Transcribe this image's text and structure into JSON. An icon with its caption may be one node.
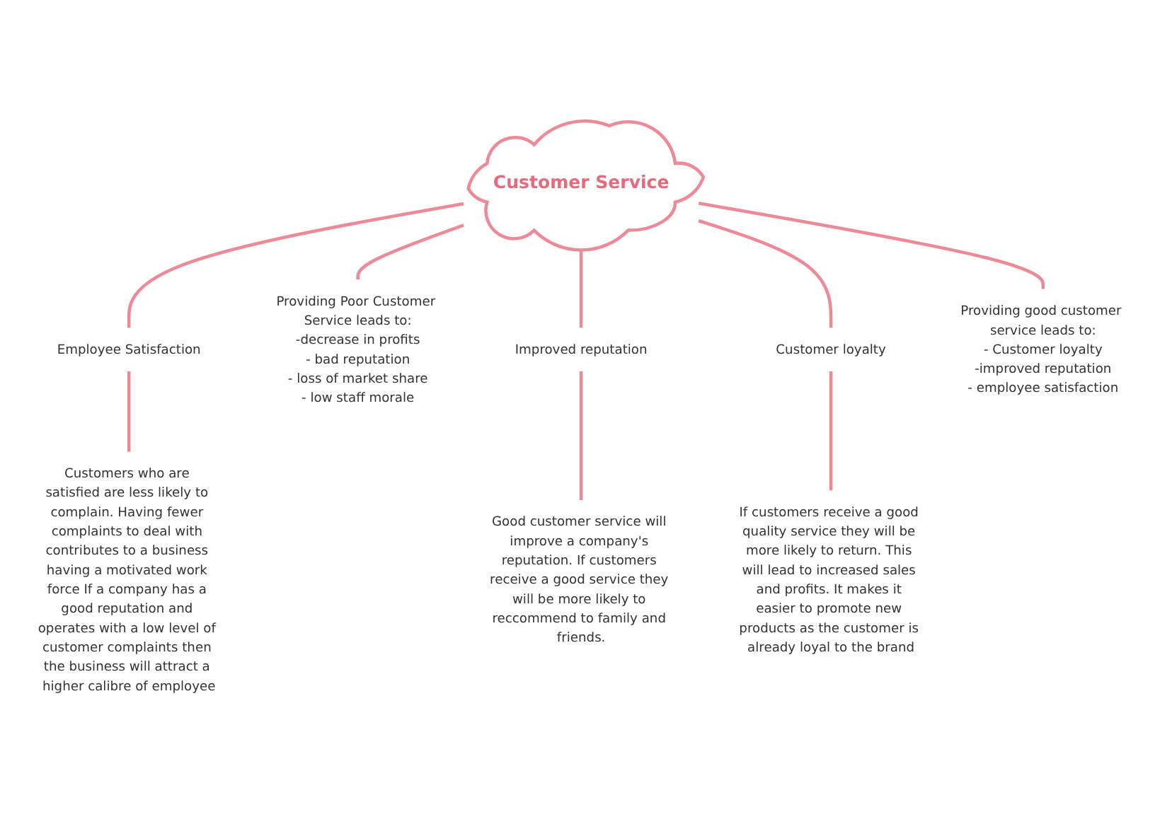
{
  "diagram": {
    "nodes": [
      {
        "text": [
          "Customer Service"
        ]
      },
      {
        "text": [
          "Employee Satisfaction"
        ]
      },
      {
        "text": [
          "Customers who are satisfied are less likely to complain. Having fewer complaints to deal with contributes to a business having a motivated work force If a company has a good reputation and operates with a low level of customer complaints then the business will attract a higher calibre of employee"
        ]
      },
      {
        "text": [
          "Providing Poor Customer Service leads to:",
          "-decrease in profits",
          "- bad reputation",
          "- loss of market share",
          "- low staff morale"
        ]
      },
      {
        "text": [
          "Improved reputation"
        ]
      },
      {
        "text": [
          "Good customer service will improve a company's reputation. If customers receive a good service they will be more likely to reccommend to family and friends."
        ]
      },
      {
        "text": [
          "Customer loyalty"
        ]
      },
      {
        "text": [
          "If customers receive a good quality service they will be more likely to return. This will lead to increased sales and profits. It makes it easier to promote new products as the customer is already loyal to the brand"
        ]
      },
      {
        "text": [
          "Providing good customer service leads to:",
          "- Customer loyalty",
          "-improved reputation",
          "- employee satisfaction"
        ]
      }
    ],
    "edges": [
      {
        "from": 0,
        "to": 1,
        "arrow": "none"
      },
      {
        "from": 1,
        "to": 2,
        "arrow": "none"
      },
      {
        "from": 0,
        "to": 3,
        "arrow": "none"
      },
      {
        "from": 0,
        "to": 4,
        "arrow": "none"
      },
      {
        "from": 4,
        "to": 5,
        "arrow": "none"
      },
      {
        "from": 0,
        "to": 6,
        "arrow": "none"
      },
      {
        "from": 6,
        "to": 7,
        "arrow": "none"
      },
      {
        "from": 0,
        "to": 8,
        "arrow": "none"
      }
    ]
  }
}
